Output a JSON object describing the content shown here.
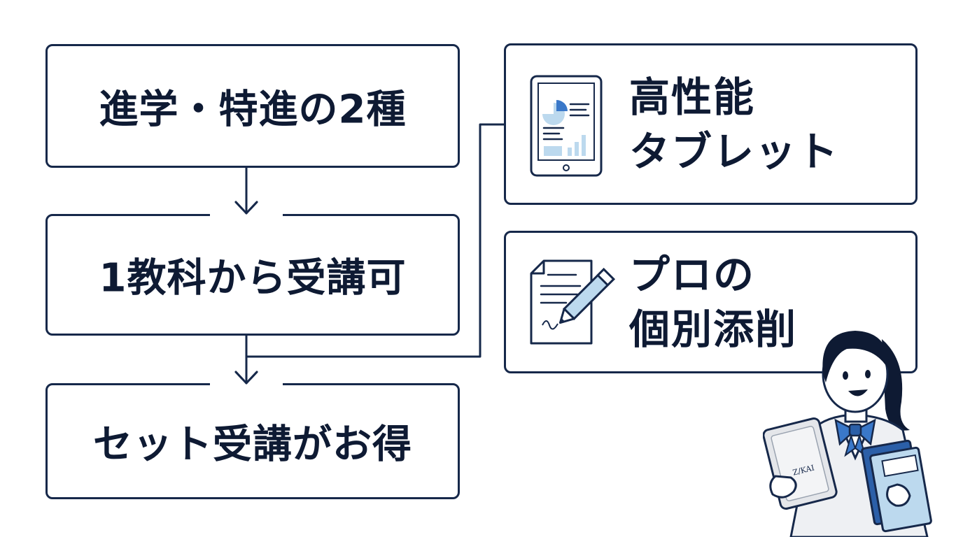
{
  "flow": {
    "step1": "進学・特進の2種",
    "step2": "1教科から受講可",
    "step3": "セット受講がお得"
  },
  "features": {
    "tablet": {
      "line1": "高性能",
      "line2": "タブレット",
      "icon": "tablet-icon"
    },
    "correction": {
      "line1": "プロの",
      "line2": "個別添削",
      "icon": "document-pencil-icon"
    }
  },
  "mascot": {
    "device_brand": "Z/KAI",
    "icons": [
      "student-illustration",
      "tablet-device-icon",
      "textbook-stack-icon",
      "bow-tie-icon"
    ]
  },
  "colors": {
    "border": "#16284a",
    "text": "#0e1a33",
    "accent": "#3a78c9",
    "light_accent": "#bcd9ee"
  }
}
